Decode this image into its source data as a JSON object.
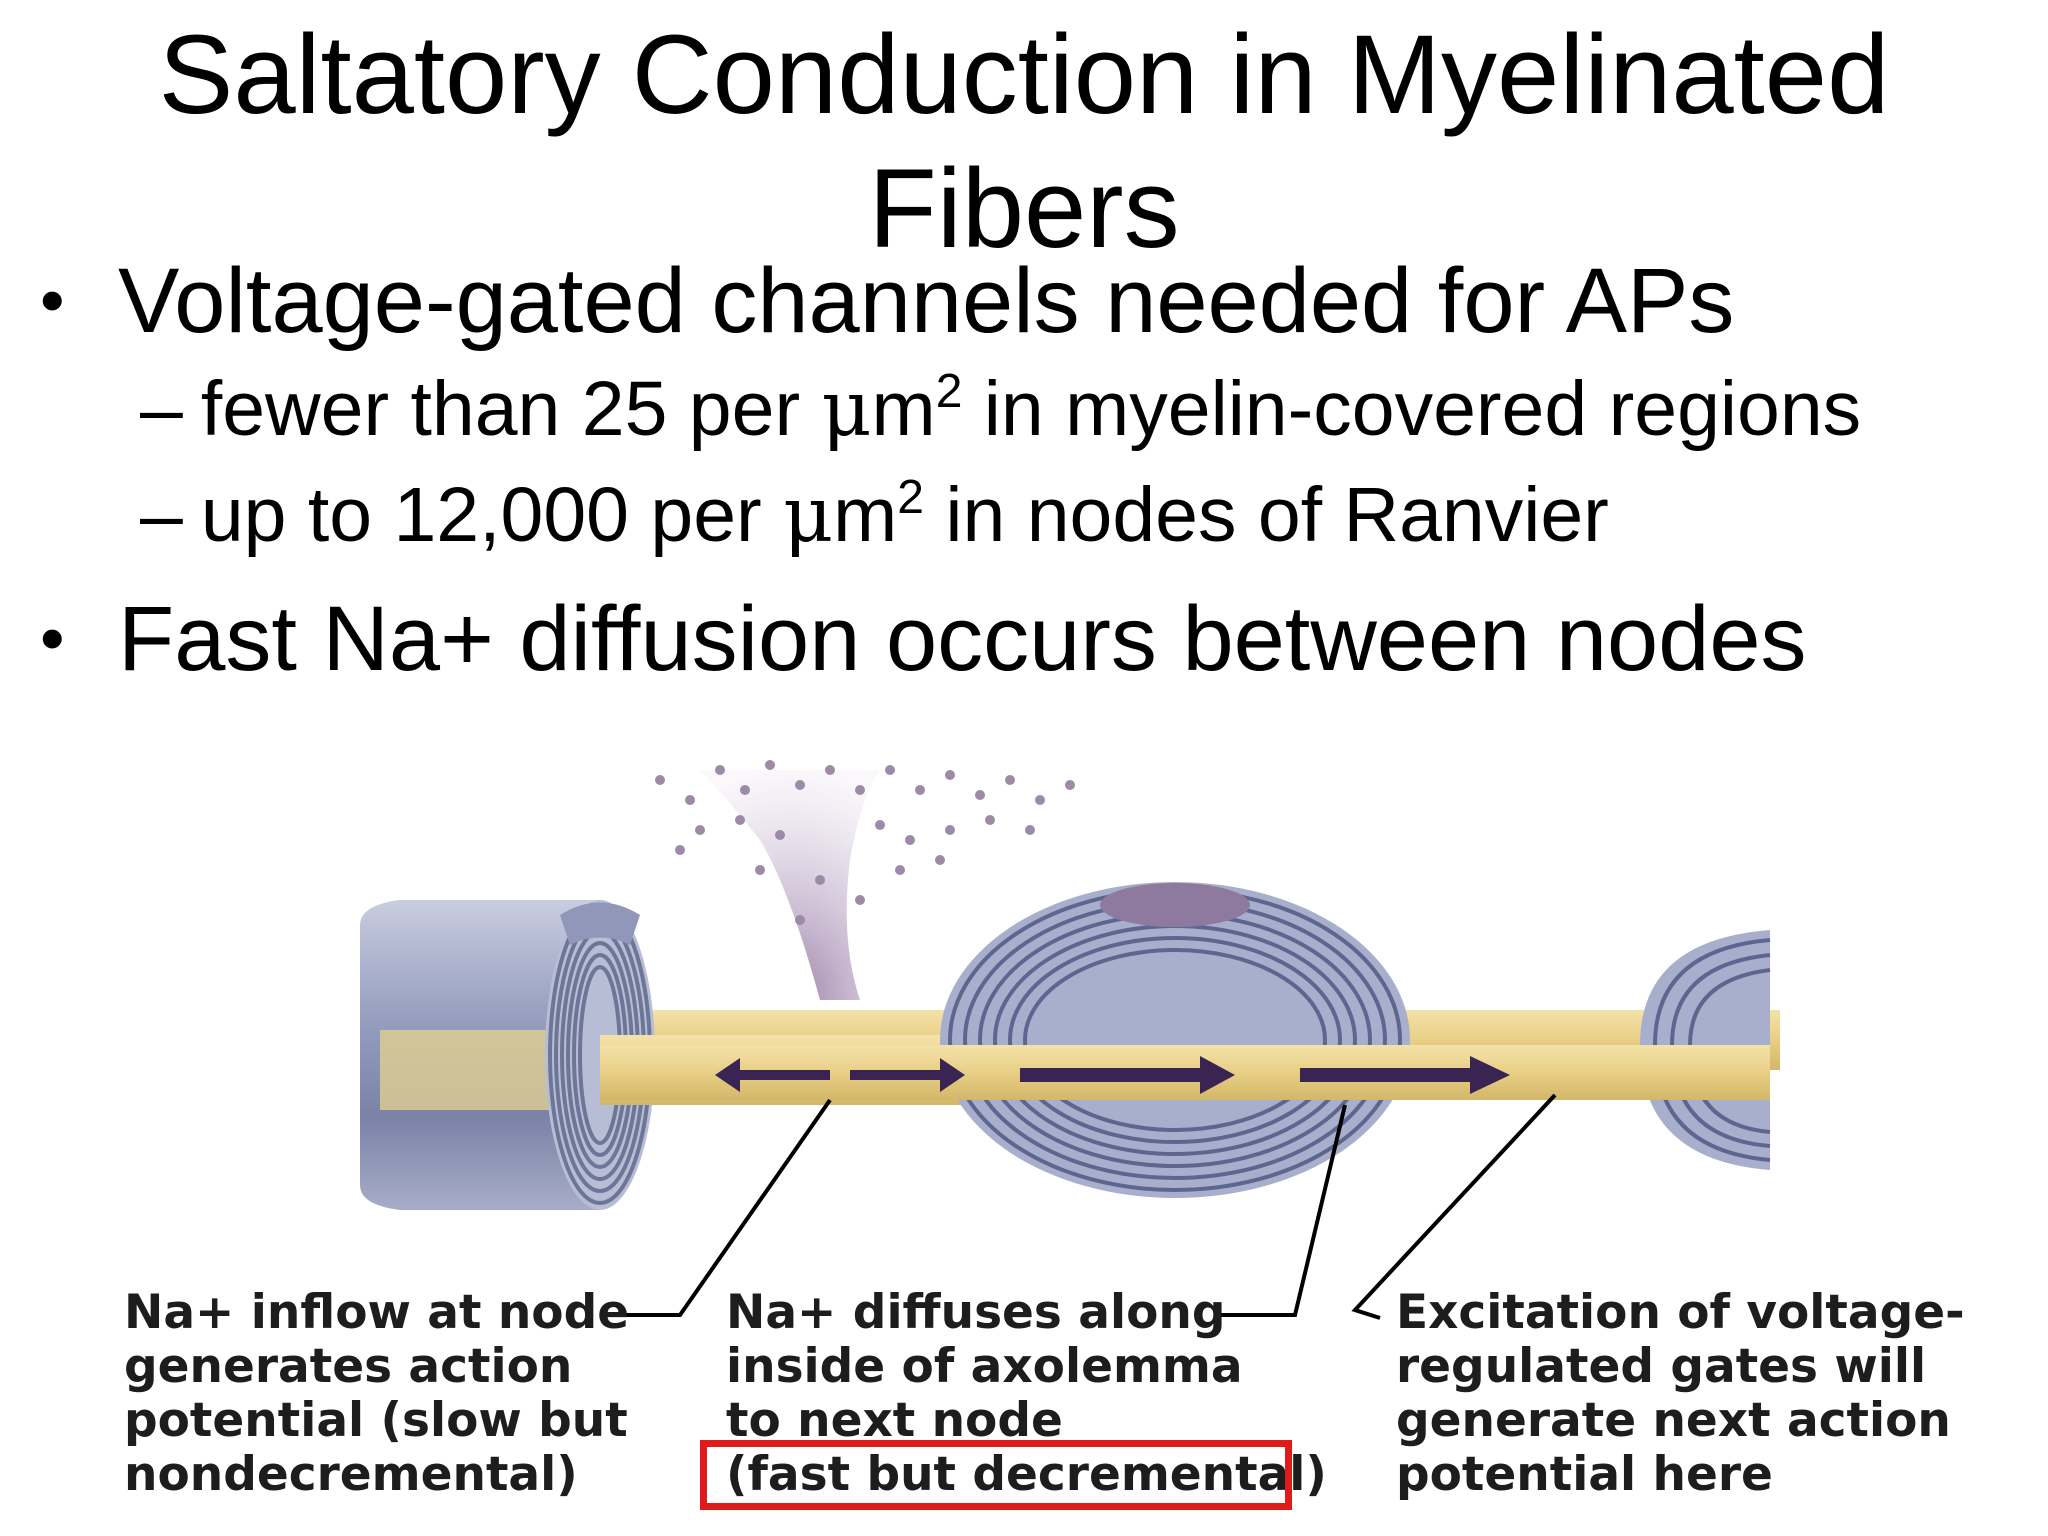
{
  "slide": {
    "title_line1": "Saltatory Conduction in Myelinated",
    "title_line2": "Fibers"
  },
  "bullets": [
    {
      "text": "Voltage-gated channels needed for APs",
      "subitems": [
        {
          "dash": "–",
          "before": "fewer than 25 per ",
          "mu": "μ",
          "unit": "m",
          "sup": "2",
          "after": " in myelin-covered regions"
        },
        {
          "dash": "–",
          "before": "up to 12,000 per ",
          "mu": "μ",
          "unit": "m",
          "sup": "2",
          "after": " in nodes of Ranvier"
        }
      ]
    },
    {
      "text": "Fast Na+ diffusion occurs between nodes"
    }
  ],
  "bullet_glyph": "•",
  "diagram": {
    "captions": {
      "left": [
        "Na+ inflow at node",
        "generates action",
        "potential (slow but",
        "nondecremental)"
      ],
      "middle": [
        "Na+ diffuses along",
        "inside of axolemma",
        "to next node",
        "(fast but decremental)"
      ],
      "right": [
        "Excitation of voltage-",
        "regulated gates will",
        "generate next action",
        "potential here"
      ]
    },
    "colors": {
      "axon": "#e8cf86",
      "myelin": "#8c96b8",
      "ion": "#9c8aa6",
      "arrow": "#3a2452",
      "highlight": "#e01b1b"
    }
  }
}
